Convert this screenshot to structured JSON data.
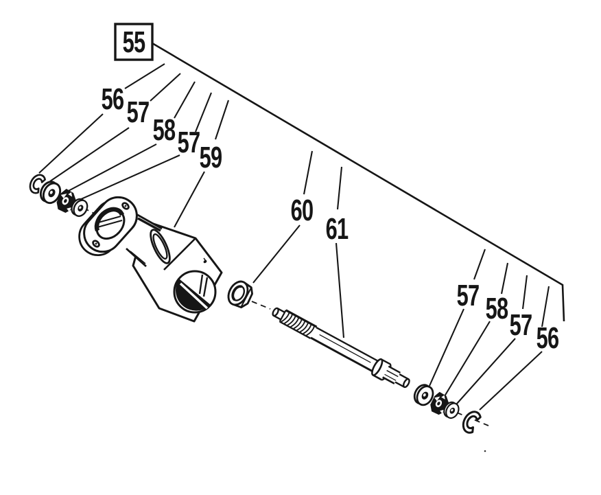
{
  "diagram": {
    "assembly_callout": "55",
    "callouts": [
      "56",
      "57",
      "58",
      "57",
      "59",
      "60",
      "61",
      "57",
      "58",
      "57",
      "56"
    ],
    "colors": {
      "ink": "#161616",
      "background": "#ffffff"
    }
  }
}
